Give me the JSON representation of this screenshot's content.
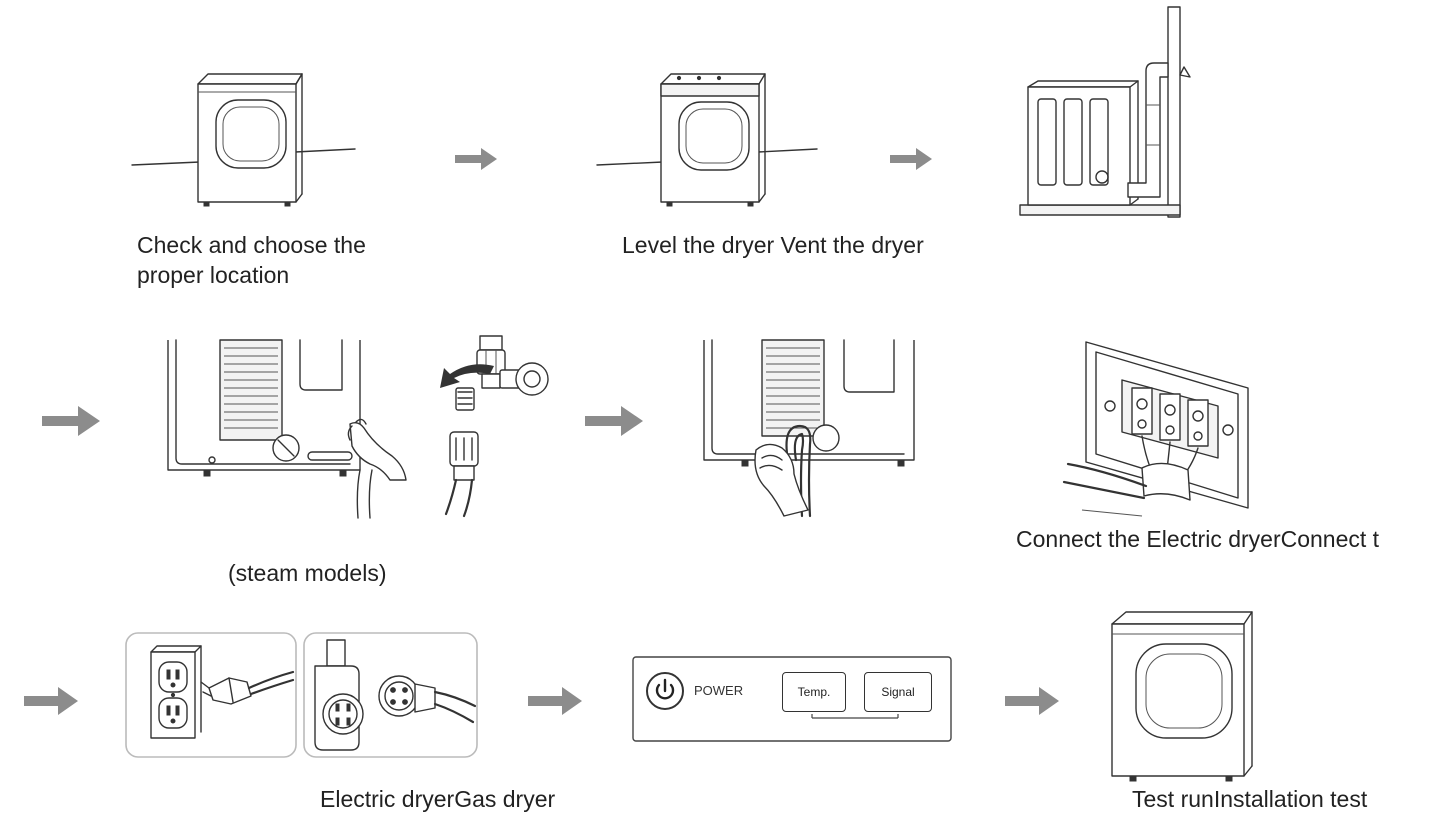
{
  "steps": [
    {
      "id": "check-location",
      "caption": [
        "Check and choose the",
        "proper location"
      ]
    },
    {
      "id": "level-vent",
      "caption": "Level the dryer Vent the dryer"
    },
    {
      "id": "steam-models",
      "caption": "(steam models)"
    },
    {
      "id": "connect-electric",
      "caption": "Connect the Electric dryerConnect t"
    },
    {
      "id": "power-source",
      "caption": "Electric dryerGas dryer"
    },
    {
      "id": "test-run",
      "caption": "Test runInstallation test"
    }
  ],
  "control_panel": {
    "power_label": "POWER",
    "temp_label": "Temp.",
    "signal_label": "Signal"
  },
  "colors": {
    "arrow": "#8c8c8c",
    "line": "#333333",
    "panel_border": "#bbbbbb"
  }
}
